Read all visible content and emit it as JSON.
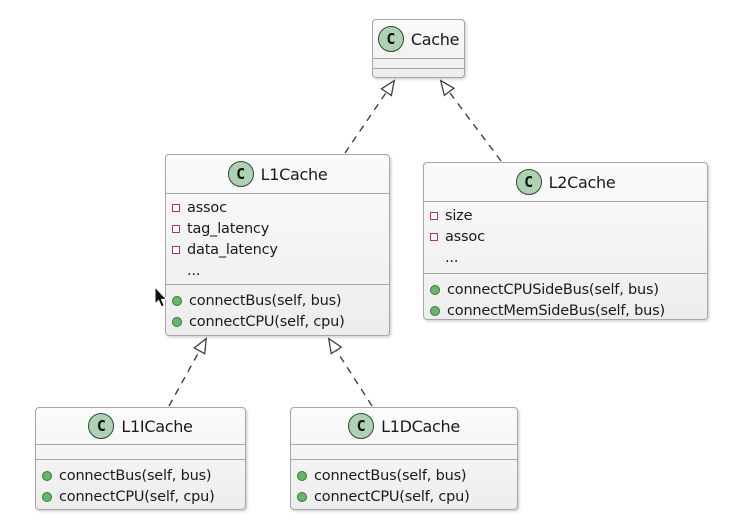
{
  "diagram": {
    "type": "uml-class-diagram",
    "icon_letter": "C",
    "classes": [
      {
        "name": "Cache",
        "attributes": [],
        "methods": []
      },
      {
        "name": "L1Cache",
        "attributes": [
          "assoc",
          "tag_latency",
          "data_latency",
          "..."
        ],
        "methods": [
          "connectBus(self, bus)",
          "connectCPU(self, cpu)"
        ]
      },
      {
        "name": "L2Cache",
        "attributes": [
          "size",
          "assoc",
          "..."
        ],
        "methods": [
          "connectCPUSideBus(self, bus)",
          "connectMemSideBus(self, bus)"
        ]
      },
      {
        "name": "L1ICache",
        "attributes": [],
        "methods": [
          "connectBus(self, bus)",
          "connectCPU(self, cpu)"
        ]
      },
      {
        "name": "L1DCache",
        "attributes": [],
        "methods": [
          "connectBus(self, bus)",
          "connectCPU(self, cpu)"
        ]
      }
    ],
    "relations": [
      {
        "from": "L1Cache",
        "to": "Cache",
        "style": "dashed-hollow-triangle"
      },
      {
        "from": "L2Cache",
        "to": "Cache",
        "style": "dashed-hollow-triangle"
      },
      {
        "from": "L1ICache",
        "to": "L1Cache",
        "style": "dashed-hollow-triangle"
      },
      {
        "from": "L1DCache",
        "to": "L1Cache",
        "style": "dashed-hollow-triangle"
      }
    ],
    "colors": {
      "background": "#ffffff",
      "box_fill_top": "#fbfbfb",
      "box_fill_bottom": "#ededed",
      "box_border": "#a6a6a6",
      "class_icon_fill": "#ADD1B2",
      "class_icon_border": "#2e4a33",
      "field_marker_border": "#a93b49",
      "method_marker_fill": "#6db26d",
      "method_marker_border": "#2f7d2f",
      "relation_line": "#3f3f3f",
      "text": "#1a1a1a"
    }
  }
}
